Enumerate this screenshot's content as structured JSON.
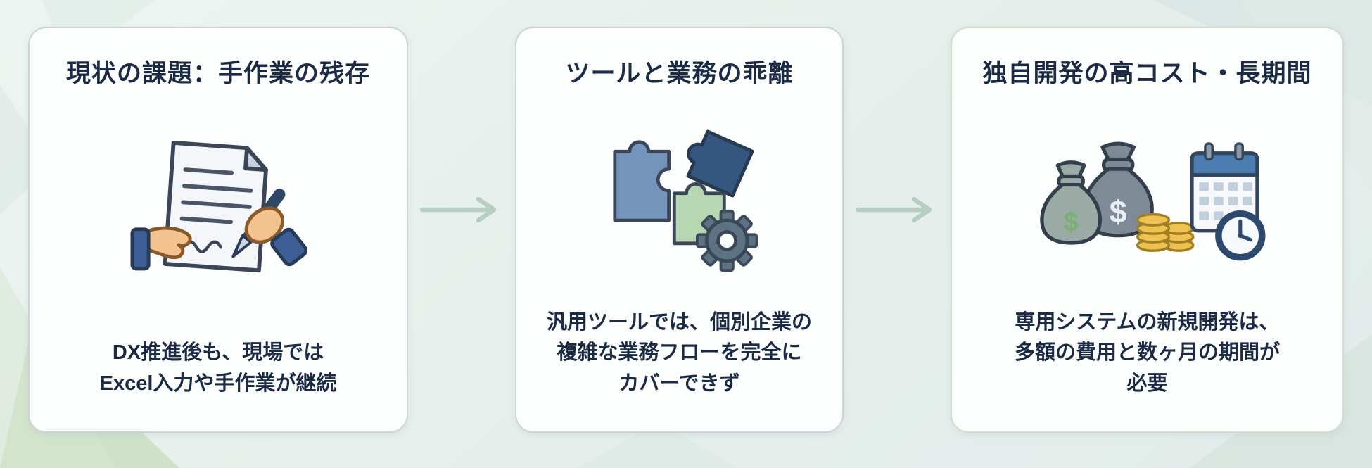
{
  "diagram": {
    "cards": [
      {
        "id": "current-issues",
        "title": "現状の課題：手作業の残存",
        "description": "DX推進後も、現場では\nExcel入力や手作業が継続",
        "icon": "document-signing-icon"
      },
      {
        "id": "tool-business-gap",
        "title": "ツールと業務の乖離",
        "description": "汎用ツールでは、個別企業の\n複雑な業務フローを完全に\nカバーできず",
        "icon": "puzzle-gear-icon"
      },
      {
        "id": "custom-dev-cost",
        "title": "独自開発の高コスト・長期間",
        "description": "専用システムの新規開発は、\n多額の費用と数ヶ月の期間が\n必要",
        "icon": "money-calendar-clock-icon"
      }
    ],
    "connectors": [
      "arrow-right-icon",
      "arrow-right-icon"
    ],
    "colors": {
      "background": "#e7efec",
      "card_background": "#fcfdfd",
      "card_border": "#c9d5db",
      "card_border_green": "#cfe0cb",
      "title_text": "#1c2b45",
      "body_text": "#1c2b45",
      "arrow": "#b7cec2",
      "puzzle_dark_blue": "#35567e",
      "puzzle_steel_blue": "#7494bb",
      "puzzle_green": "#b7d7b2",
      "gear_gray": "#5d7283",
      "coin_gold": "#eec153",
      "calendar_blue": "#4c7db1",
      "money_green": "#79b06f"
    }
  }
}
